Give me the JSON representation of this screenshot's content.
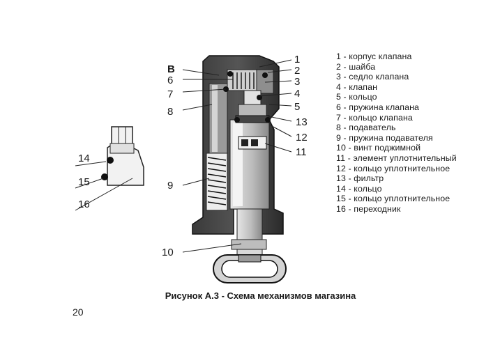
{
  "diagram": {
    "callouts": [
      {
        "id": "B",
        "text": "В",
        "bold": true
      },
      {
        "id": "1",
        "text": "1"
      },
      {
        "id": "2",
        "text": "2"
      },
      {
        "id": "3",
        "text": "3"
      },
      {
        "id": "4",
        "text": "4"
      },
      {
        "id": "5",
        "text": "5"
      },
      {
        "id": "6",
        "text": "6"
      },
      {
        "id": "7",
        "text": "7"
      },
      {
        "id": "8",
        "text": "8"
      },
      {
        "id": "9",
        "text": "9"
      },
      {
        "id": "10",
        "text": "10"
      },
      {
        "id": "11",
        "text": "11"
      },
      {
        "id": "12",
        "text": "12"
      },
      {
        "id": "13",
        "text": "13"
      },
      {
        "id": "14",
        "text": "14"
      },
      {
        "id": "15",
        "text": "15"
      },
      {
        "id": "16",
        "text": "16"
      }
    ]
  },
  "legend": [
    "1 - корпус клапана",
    "2 - шайба",
    "3 - седло клапана",
    "4 - клапан",
    "5 - кольцо",
    "6 - пружина клапана",
    "7 - кольцо клапана",
    "8 - подаватель",
    "9 - пружина подавателя",
    "10 - винт поджимной",
    "11 - элемент уплотнительный",
    "12 - кольцо уплотнительное",
    "13 - фильтр",
    "14 - кольцо",
    "15 - кольцо уплотнительное",
    "16 - переходник"
  ],
  "caption": "Рисунок А.3 - Схема механизмов магазина",
  "page_number": "20"
}
